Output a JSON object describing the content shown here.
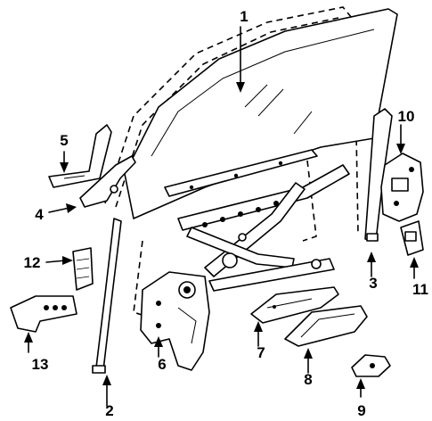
{
  "colors": {
    "ink": "#000000",
    "background": "#ffffff"
  },
  "callouts": [
    {
      "id": "1",
      "label": "1"
    },
    {
      "id": "2",
      "label": "2"
    },
    {
      "id": "3",
      "label": "3"
    },
    {
      "id": "4",
      "label": "4"
    },
    {
      "id": "5",
      "label": "5"
    },
    {
      "id": "6",
      "label": "6"
    },
    {
      "id": "7",
      "label": "7"
    },
    {
      "id": "8",
      "label": "8"
    },
    {
      "id": "9",
      "label": "9"
    },
    {
      "id": "10",
      "label": "10"
    },
    {
      "id": "11",
      "label": "11"
    },
    {
      "id": "12",
      "label": "12"
    },
    {
      "id": "13",
      "label": "13"
    }
  ]
}
